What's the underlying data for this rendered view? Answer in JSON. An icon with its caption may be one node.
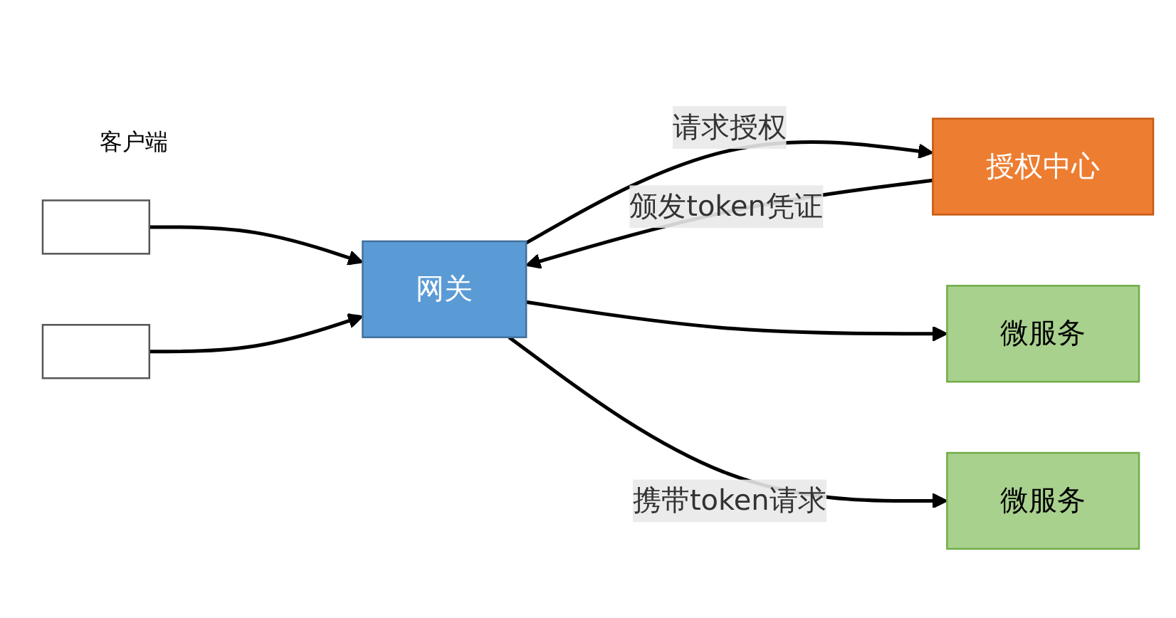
{
  "diagram": {
    "nodes": [
      {
        "text": [],
        "shape": "box"
      },
      {
        "text": [],
        "shape": "box"
      },
      {
        "text": [
          "网关"
        ]
      },
      {
        "text": [
          "授权中心"
        ]
      },
      {
        "text": [
          "微服务"
        ]
      },
      {
        "text": [
          "微服务"
        ]
      }
    ],
    "edges": [
      {
        "from": 0,
        "to": 2,
        "arrow": "to"
      },
      {
        "from": 1,
        "to": 2,
        "arrow": "to"
      },
      {
        "from": 2,
        "to": 3,
        "label": "请求授权",
        "arrow": "to"
      },
      {
        "from": 3,
        "to": 2,
        "label": "颁发token凭证",
        "arrow": "to"
      },
      {
        "from": 2,
        "to": 4,
        "arrow": "to"
      },
      {
        "from": 2,
        "to": 5,
        "label": "携带token请求",
        "arrow": "to"
      }
    ],
    "labels": [
      "客户端"
    ]
  }
}
